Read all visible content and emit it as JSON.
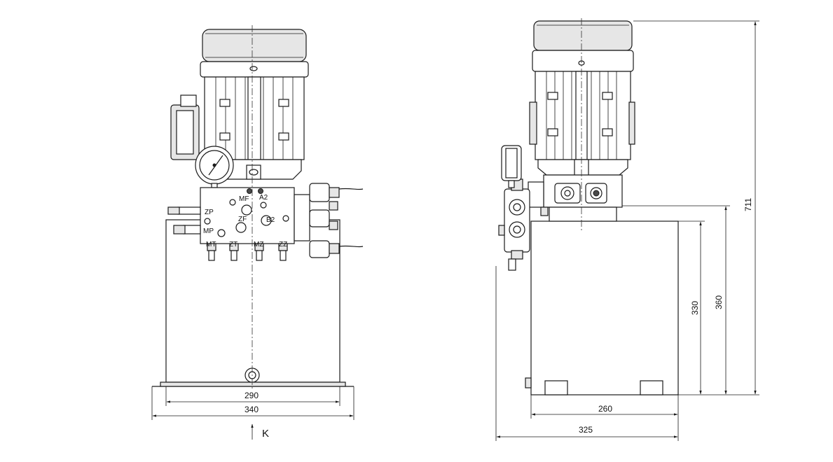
{
  "front_view": {
    "port_labels": {
      "MF": "MF",
      "A2": "A2",
      "ZP": "ZP",
      "ZF": "ZF",
      "B2": "B2",
      "MP": "MP",
      "MT": "MT",
      "ZT": "ZT",
      "MZ": "MZ",
      "ZZ": "ZZ"
    },
    "dimensions": {
      "tank_width": "290",
      "base_width": "340"
    },
    "view_marker": "K"
  },
  "side_view": {
    "dimensions": {
      "total_height": "711",
      "height_360": "360",
      "height_330": "330",
      "tank_depth": "260",
      "overall_depth": "325"
    }
  },
  "colors": {
    "line": "#1a1a1a",
    "background": "#ffffff"
  }
}
